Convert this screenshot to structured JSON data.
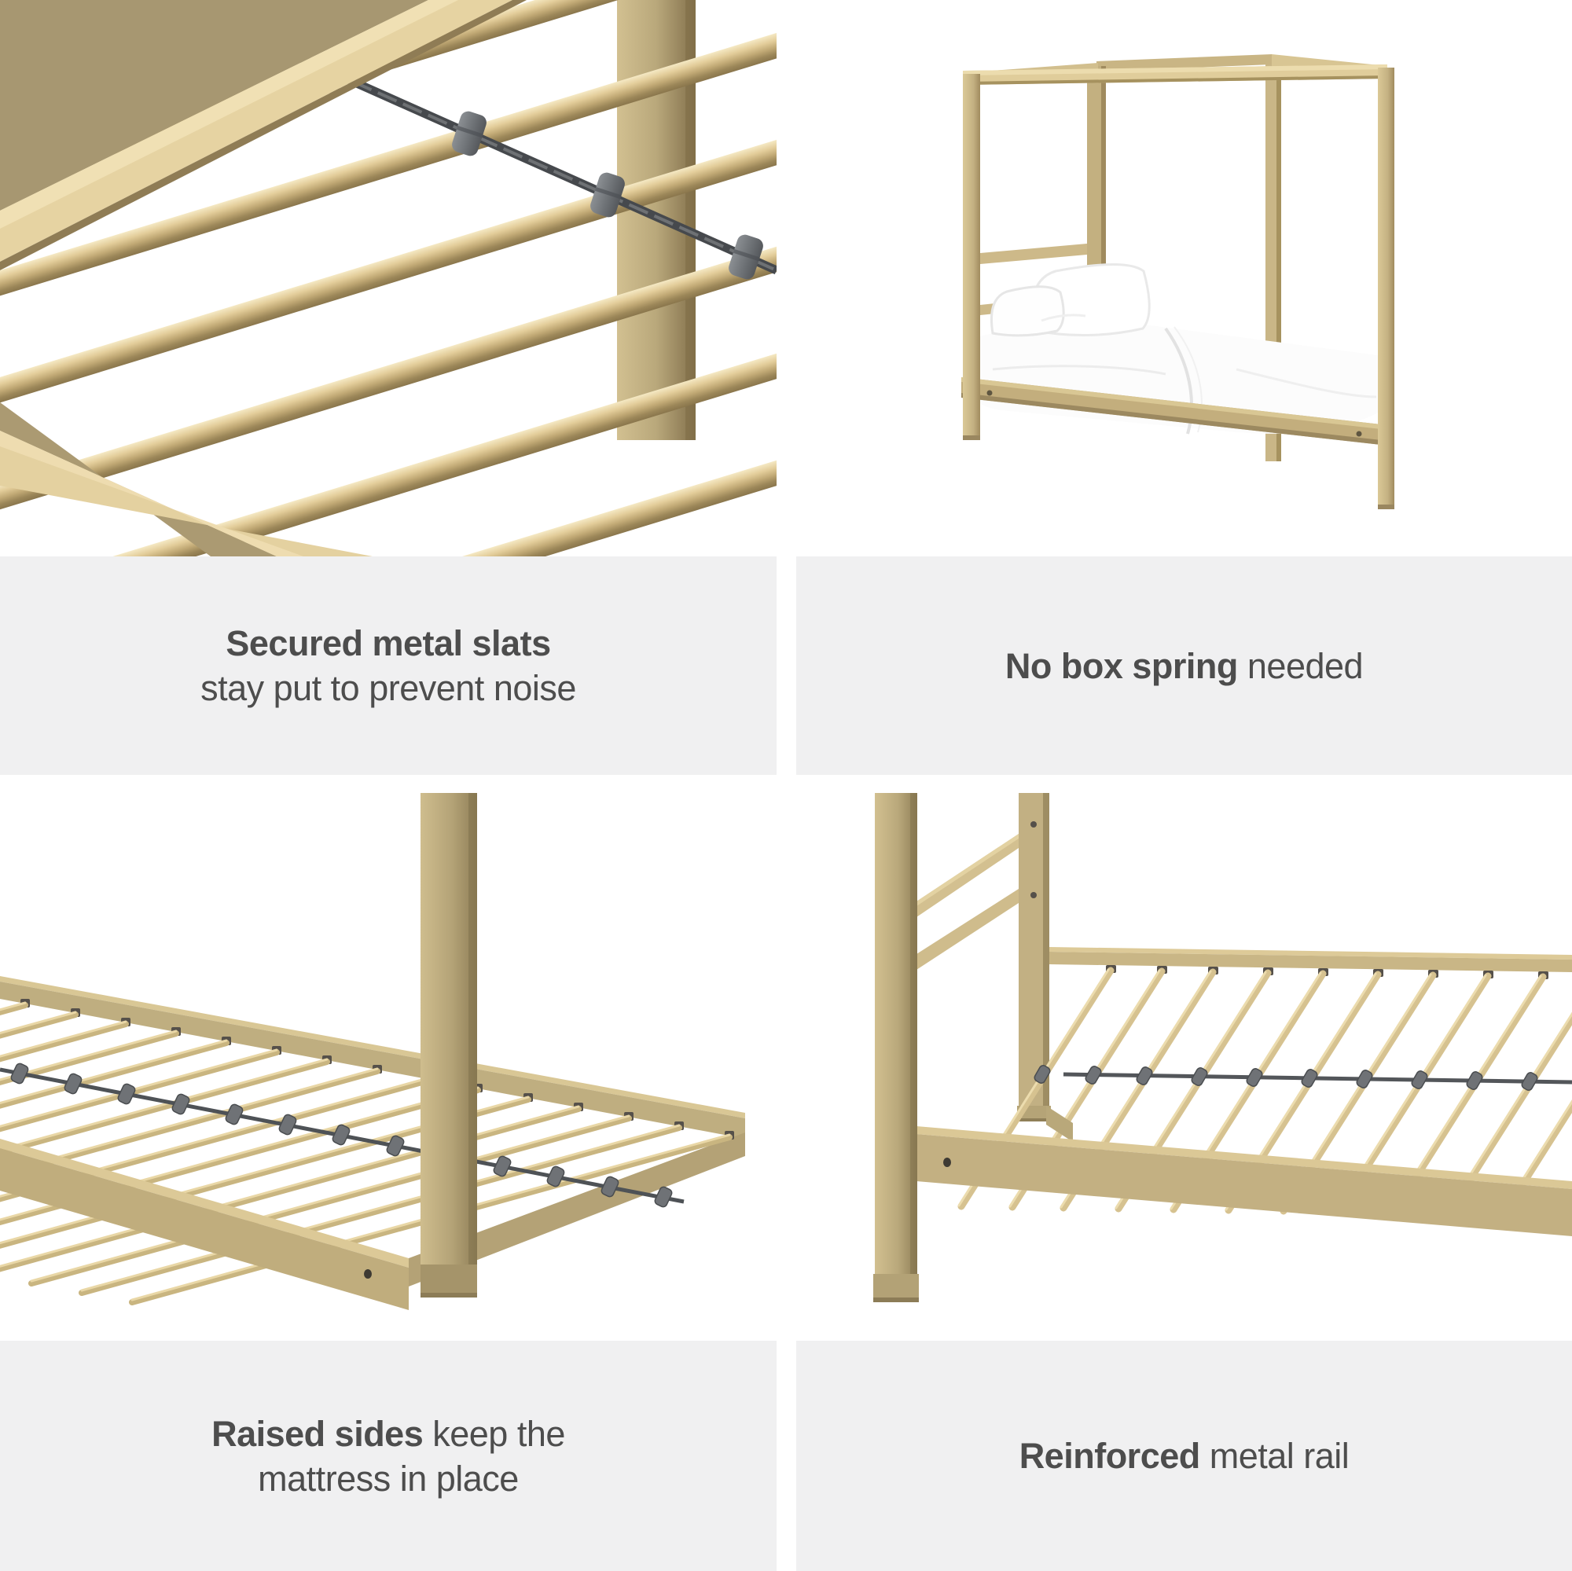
{
  "colors": {
    "caption_bg": "#f0f0f1",
    "caption_text": "#4d4d4d",
    "gold_highlight": "#f0e0b4",
    "gold_light": "#e6d3a2",
    "gold_mid": "#c9b584",
    "gold_dark": "#8d7c55",
    "clip_gray": "#6f7276",
    "wire_gray": "#4e5256",
    "background": "#ffffff"
  },
  "panels": [
    {
      "name": "secured-metal-slats",
      "image": "closeup-gold-metal-slats-with-gray-securing-clips",
      "caption": {
        "lines": [
          {
            "bold": "Secured metal slats",
            "rest": ""
          },
          {
            "bold": "",
            "rest": "stay put to prevent noise"
          }
        ]
      }
    },
    {
      "name": "no-box-spring",
      "image": "gold-canopy-bed-frame-with-white-mattress-and-pillows",
      "caption": {
        "lines": [
          {
            "bold": "No box spring",
            "rest": " needed"
          }
        ]
      }
    },
    {
      "name": "raised-sides",
      "image": "bed-frame-corner-with-raised-side-rails-closeup",
      "caption": {
        "lines": [
          {
            "bold": "Raised sides",
            "rest": " keep the"
          },
          {
            "bold": "",
            "rest": "mattress in place"
          }
        ]
      }
    },
    {
      "name": "reinforced-metal-rail",
      "image": "bed-frame-reinforced-side-rail-closeup",
      "caption": {
        "lines": [
          {
            "bold": "Reinforced",
            "rest": " metal rail"
          }
        ]
      }
    }
  ]
}
